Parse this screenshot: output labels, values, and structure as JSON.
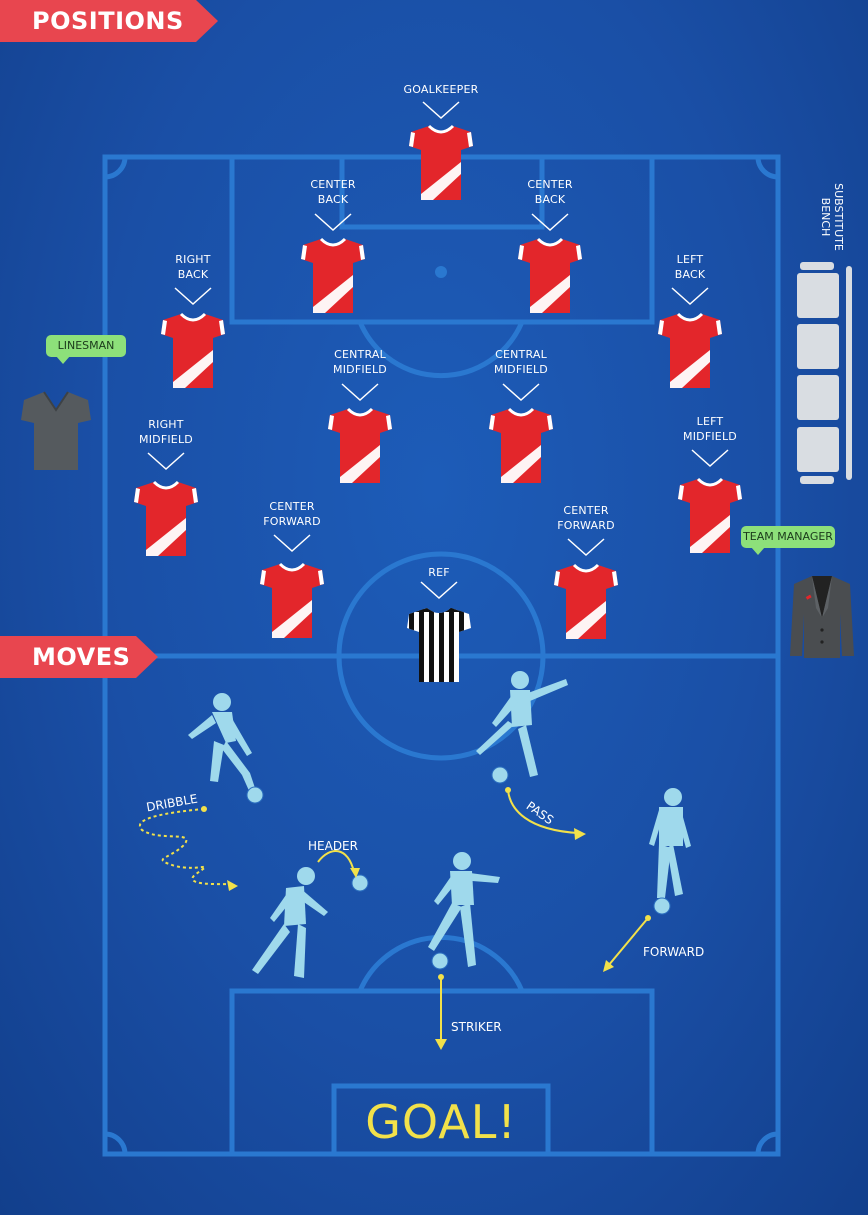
{
  "banners": {
    "positions": "POSITIONS",
    "moves": "MOVES"
  },
  "players": [
    {
      "id": "goalkeeper",
      "label": "GOALKEEPER"
    },
    {
      "id": "center-back-left",
      "label": "CENTER\nBACK"
    },
    {
      "id": "center-back-right",
      "label": "CENTER\nBACK"
    },
    {
      "id": "right-back",
      "label": "RIGHT\nBACK"
    },
    {
      "id": "left-back",
      "label": "LEFT\nBACK"
    },
    {
      "id": "central-midfield-left",
      "label": "CENTRAL\nMIDFIELD"
    },
    {
      "id": "central-midfield-right",
      "label": "CENTRAL\nMIDFIELD"
    },
    {
      "id": "right-midfield",
      "label": "RIGHT\nMIDFIELD"
    },
    {
      "id": "left-midfield",
      "label": "LEFT\nMIDFIELD"
    },
    {
      "id": "center-forward-left",
      "label": "CENTER\nFORWARD"
    },
    {
      "id": "center-forward-right",
      "label": "CENTER\nFORWARD"
    }
  ],
  "ref": {
    "label": "REF"
  },
  "linesman": {
    "label": "LINESMAN"
  },
  "team_manager": {
    "label": "TEAM MANAGER"
  },
  "bench": {
    "label": "SUBSTITUTE BENCH",
    "seats": 4
  },
  "moves": {
    "dribble": "DRIBBLE",
    "header": "HEADER",
    "pass": "PASS",
    "forward": "FORWARD",
    "striker": "STRIKER"
  },
  "goal": "GOAL!",
  "colors": {
    "field": "#1a4fa6",
    "lines": "#2a78d0",
    "banner": "#e8464f",
    "tag": "#8de07a",
    "jersey": "#e3262b",
    "silhouette": "#9fd9ec",
    "arrow": "#f2e14a",
    "goal_text": "#f2e14a"
  }
}
